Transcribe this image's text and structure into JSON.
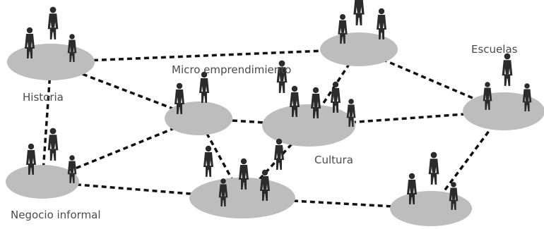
{
  "nodes": [
    {
      "id": "historia",
      "label": "Historia",
      "people": 3
    },
    {
      "id": "micro",
      "label": "",
      "people": 3
    },
    {
      "id": "centro",
      "label": "",
      "people": 2
    },
    {
      "id": "cultura",
      "label": "Cultura",
      "people": 5
    },
    {
      "id": "escuelas",
      "label": "Escuelas",
      "people": 3
    },
    {
      "id": "negocio",
      "label": "Negocio informal",
      "people": 3
    },
    {
      "id": "abajo",
      "label": "",
      "people": 5
    },
    {
      "id": "derecha-abajo",
      "label": "",
      "people": 3
    }
  ],
  "edge_labels": {
    "micro_emprendimiento": "Micro emprendimiento"
  },
  "edges": [
    [
      "historia",
      "micro"
    ],
    [
      "historia",
      "centro"
    ],
    [
      "historia",
      "negocio"
    ],
    [
      "micro",
      "cultura"
    ],
    [
      "micro",
      "escuelas"
    ],
    [
      "centro",
      "cultura"
    ],
    [
      "centro",
      "negocio"
    ],
    [
      "centro",
      "abajo"
    ],
    [
      "cultura",
      "escuelas"
    ],
    [
      "cultura",
      "abajo"
    ],
    [
      "negocio",
      "abajo"
    ],
    [
      "abajo",
      "derecha-abajo"
    ],
    [
      "escuelas",
      "derecha-abajo"
    ]
  ]
}
